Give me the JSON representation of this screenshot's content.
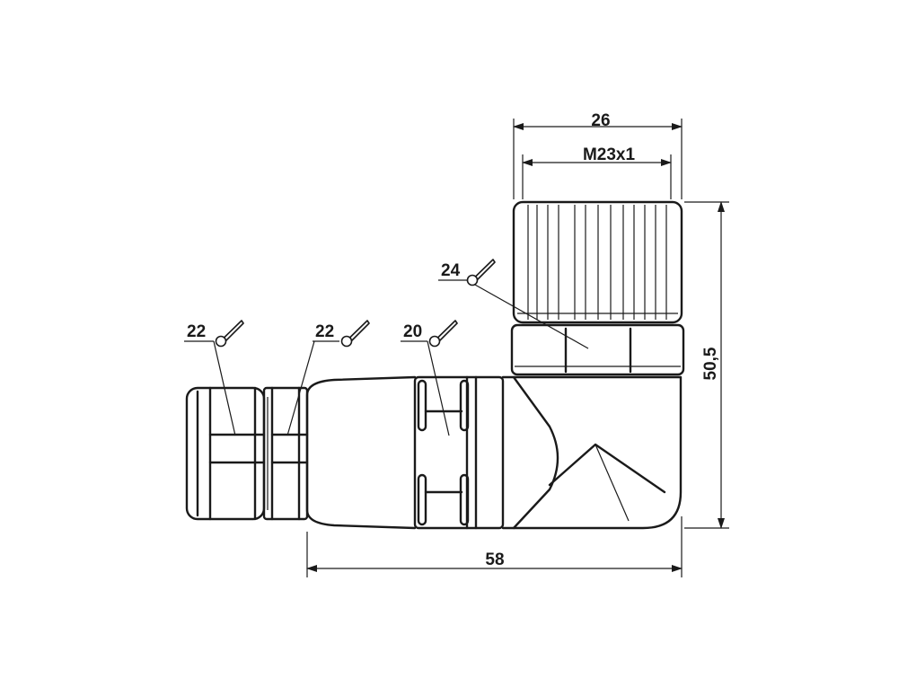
{
  "dimensions": {
    "top_width": "26",
    "thread": "M23x1",
    "height": "50,5",
    "length": "58"
  },
  "callouts": {
    "nut": "24",
    "gland_1": "22",
    "gland_2": "22",
    "grip": "20"
  },
  "icons": [
    "wrench-icon"
  ],
  "colors": {
    "ink": "#1a1a1a",
    "background": "#ffffff"
  }
}
